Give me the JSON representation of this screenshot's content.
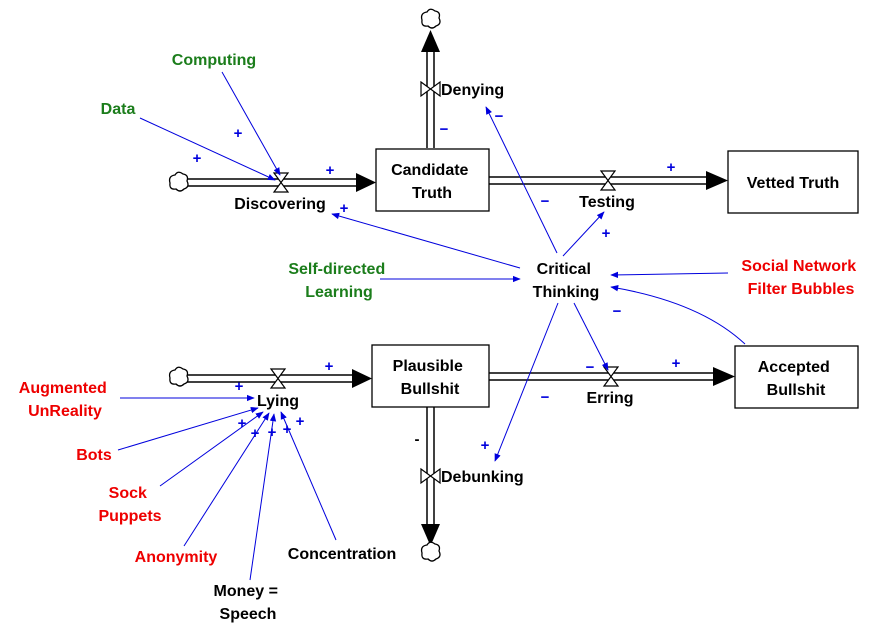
{
  "colors": {
    "black": "#000000",
    "green": "#1b7d1b",
    "red": "#ee0000",
    "blue": "#0000dd"
  },
  "stocks": {
    "candidate_truth": [
      "Candidate",
      "Truth"
    ],
    "vetted_truth": [
      "Vetted Truth"
    ],
    "plausible_bullshit": [
      "Plausible",
      "Bullshit"
    ],
    "accepted_bullshit": [
      "Accepted",
      "Bullshit"
    ]
  },
  "flows": {
    "discovering": "Discovering",
    "denying": "Denying",
    "testing": "Testing",
    "lying": "Lying",
    "erring": "Erring",
    "debunking": "Debunking"
  },
  "variables": {
    "critical_thinking": [
      "Critical",
      "Thinking"
    ],
    "computing": "Computing",
    "data": "Data",
    "self_directed_learning": [
      "Self-directed",
      "Learning"
    ],
    "social_network_filter_bubbles": [
      "Social Network",
      "Filter Bubbles"
    ],
    "augmented_unreality": [
      "Augmented",
      "UnReality"
    ],
    "bots": "Bots",
    "sock_puppets": [
      "Sock",
      "Puppets"
    ],
    "anonymity": "Anonymity",
    "money_speech": [
      "Money =",
      "Speech"
    ],
    "concentration": "Concentration"
  },
  "polarity": {
    "plus": "+",
    "minus": "−",
    "dash": "-"
  }
}
